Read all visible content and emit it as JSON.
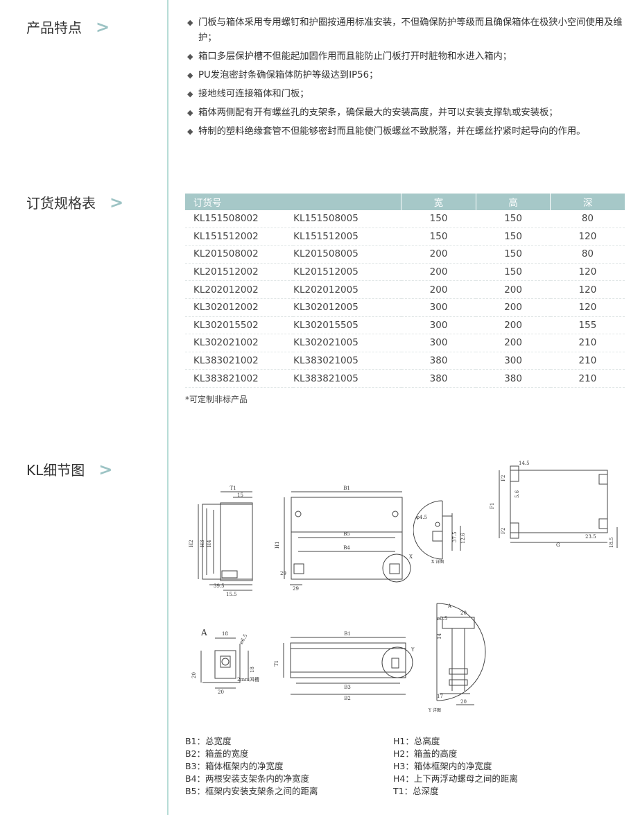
{
  "sections": {
    "features_title": "产品特点",
    "order_title": "订货规格表",
    "detail_title": "KL细节图"
  },
  "features": [
    "门板与箱体采用专用螺钉和护圈按通用标准安装，不但确保防护等级而且确保箱体在极狭小空间使用及维护；",
    "箱口多层保护槽不但能起加固作用而且能防止门板打开时脏物和水进入箱内；",
    "PU发泡密封条确保箱体防护等级达到IP56；",
    "接地线可连接箱体和门板；",
    "箱体两侧配有开有螺丝孔的支架条，确保最大的安装高度，并可以安装支撑轨或安装板；",
    "特制的塑料绝缘套管不但能够密封而且能使门板螺丝不致脱落，并在螺丝拧紧时起导向的作用。"
  ],
  "table": {
    "headers": [
      "订货号",
      "宽",
      "高",
      "深"
    ],
    "rows": [
      [
        "KL151508002",
        "KL151508005",
        "150",
        "150",
        "80"
      ],
      [
        "KL151512002",
        "KL151512005",
        "150",
        "150",
        "120"
      ],
      [
        "KL201508002",
        "KL201508005",
        "200",
        "150",
        "80"
      ],
      [
        "KL201512002",
        "KL201512005",
        "200",
        "150",
        "120"
      ],
      [
        "KL202012002",
        "KL202012005",
        "200",
        "200",
        "120"
      ],
      [
        "KL302012002",
        "KL302012005",
        "300",
        "200",
        "120"
      ],
      [
        "KL302015502",
        "KL302015505",
        "300",
        "200",
        "155"
      ],
      [
        "KL302021002",
        "KL302021005",
        "300",
        "200",
        "210"
      ],
      [
        "KL383021002",
        "KL383021005",
        "380",
        "300",
        "210"
      ],
      [
        "KL383821002",
        "KL383821005",
        "380",
        "380",
        "210"
      ]
    ],
    "note": "*可定制非标产品"
  },
  "drawings": {
    "side": {
      "t1": "T1",
      "d15": "15",
      "h1": "H2",
      "h2": "H3",
      "h3": "H4",
      "d395": "39.5",
      "d155": "15.5"
    },
    "front": {
      "b1": "B1",
      "b5": "B5",
      "b4": "B4",
      "h1": "H1",
      "d29a": "29",
      "d29b": "29",
      "x": "X"
    },
    "xdetail": {
      "d45": "φ4.5",
      "d375": "37.5",
      "d125": "12.6",
      "caption": "X 详图"
    },
    "panel": {
      "d145": "14.5",
      "f2a": "F2",
      "d56": "5.6",
      "f1": "F1",
      "f2b": "F2",
      "g": "G",
      "d235": "23.5",
      "d185": "18.5"
    },
    "adetail": {
      "a": "A",
      "d18a": "18",
      "d65": "ø6.5",
      "d18b": "18",
      "d20a": "20",
      "d20b": "20",
      "note": "2mm凹槽"
    },
    "top": {
      "b1": "B1",
      "t1": "T1",
      "b3": "B3",
      "b2": "B2",
      "y": "Y"
    },
    "ydetail": {
      "a": "A",
      "d65": "ø8.5",
      "d20a": "20",
      "d14": "14",
      "d17": "17",
      "d20b": "20",
      "caption": "Y 详图"
    }
  },
  "legend_left": [
    "B1：总宽度",
    "B2：箱盖的宽度",
    "B3：箱体框架内的净宽度",
    "B4：两根安装支架条内的净宽度",
    "B5：框架内安装支架条之间的距离"
  ],
  "legend_right": [
    "H1：总高度",
    "H2：箱盖的高度",
    "H3：箱体框架内的净宽度",
    "H4：上下两浮动螺母之间的距离",
    "T1：总深度"
  ]
}
